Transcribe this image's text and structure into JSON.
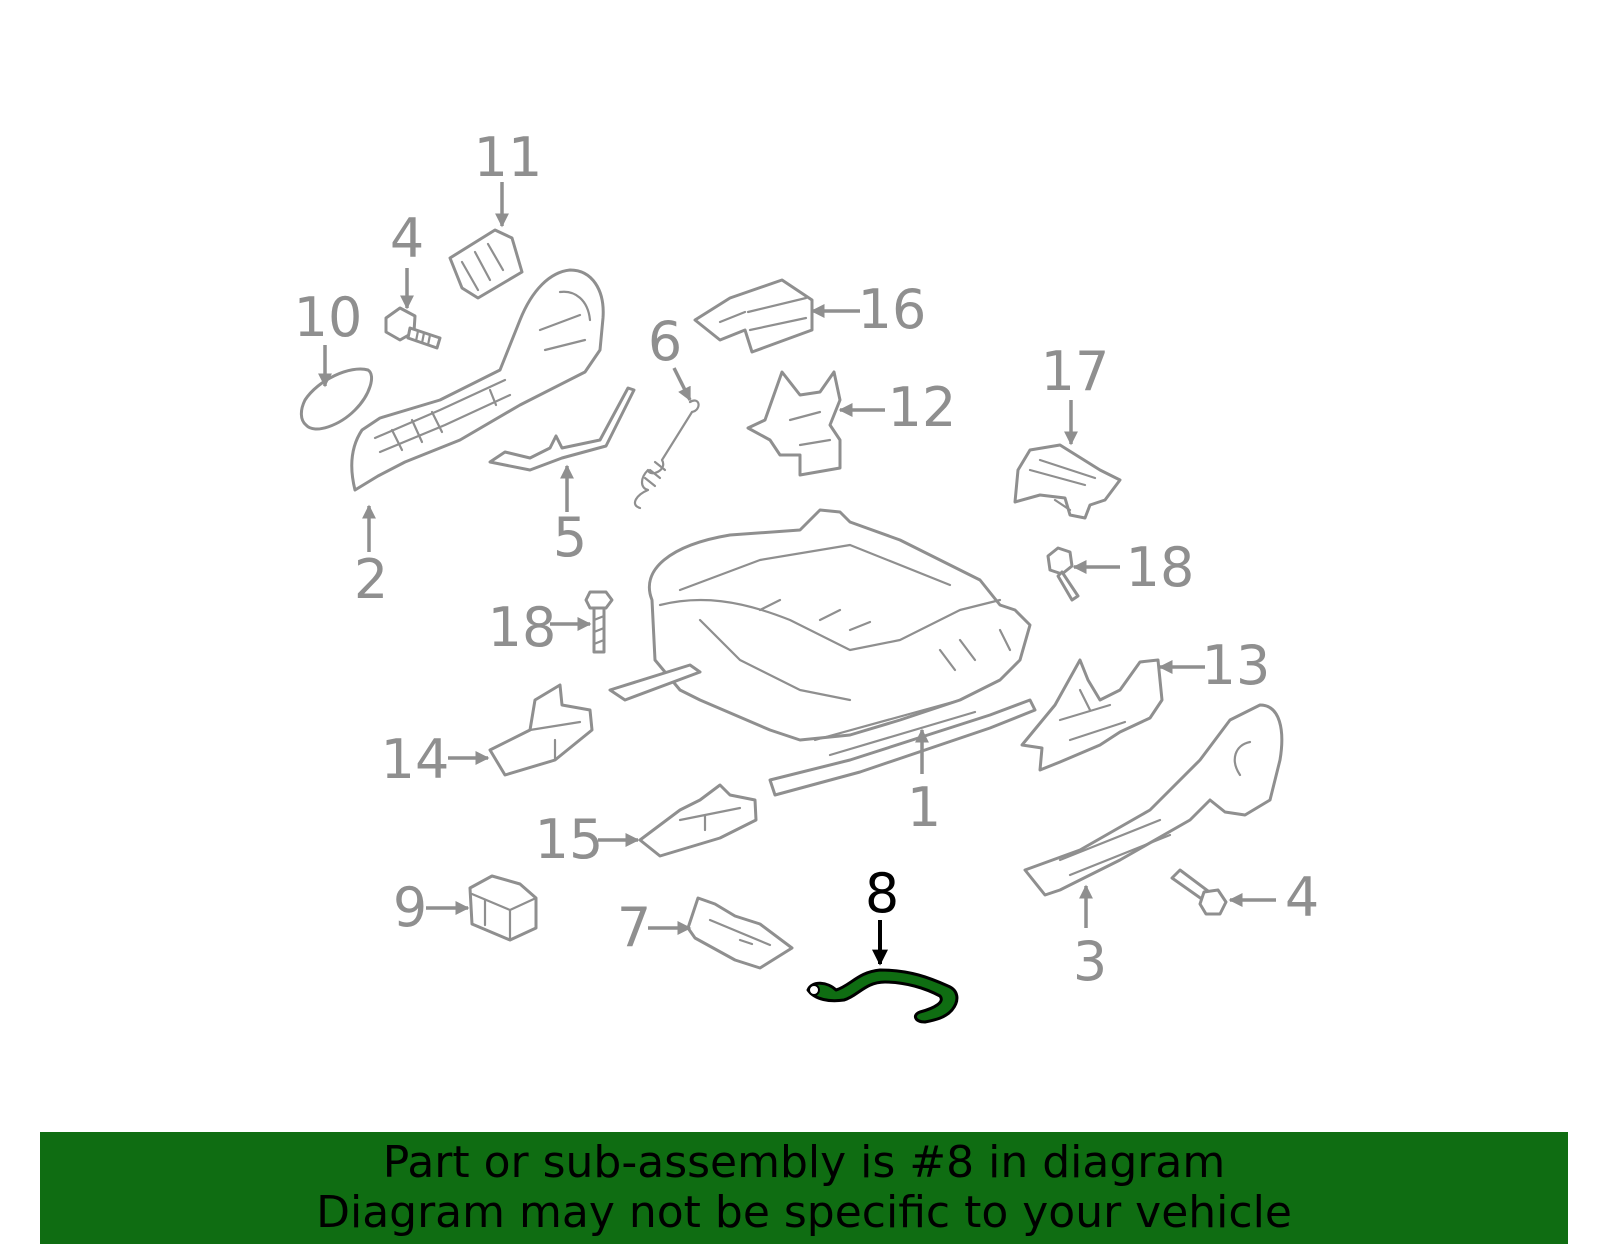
{
  "callouts": {
    "c1": "1",
    "c2": "2",
    "c3": "3",
    "c4a": "4",
    "c4b": "4",
    "c5": "5",
    "c6": "6",
    "c7": "7",
    "c8": "8",
    "c9": "9",
    "c10": "10",
    "c11": "11",
    "c12": "12",
    "c13": "13",
    "c14": "14",
    "c15": "15",
    "c16": "16",
    "c17": "17",
    "c18a": "18",
    "c18b": "18"
  },
  "highlight": {
    "part_number": "8",
    "color": "#0f6d12",
    "label_color": "#000000"
  },
  "banner": {
    "line1": "Part or sub-assembly is #8 in diagram",
    "line2": "Diagram may not be specific to your vehicle",
    "background": "#0f6d12"
  }
}
